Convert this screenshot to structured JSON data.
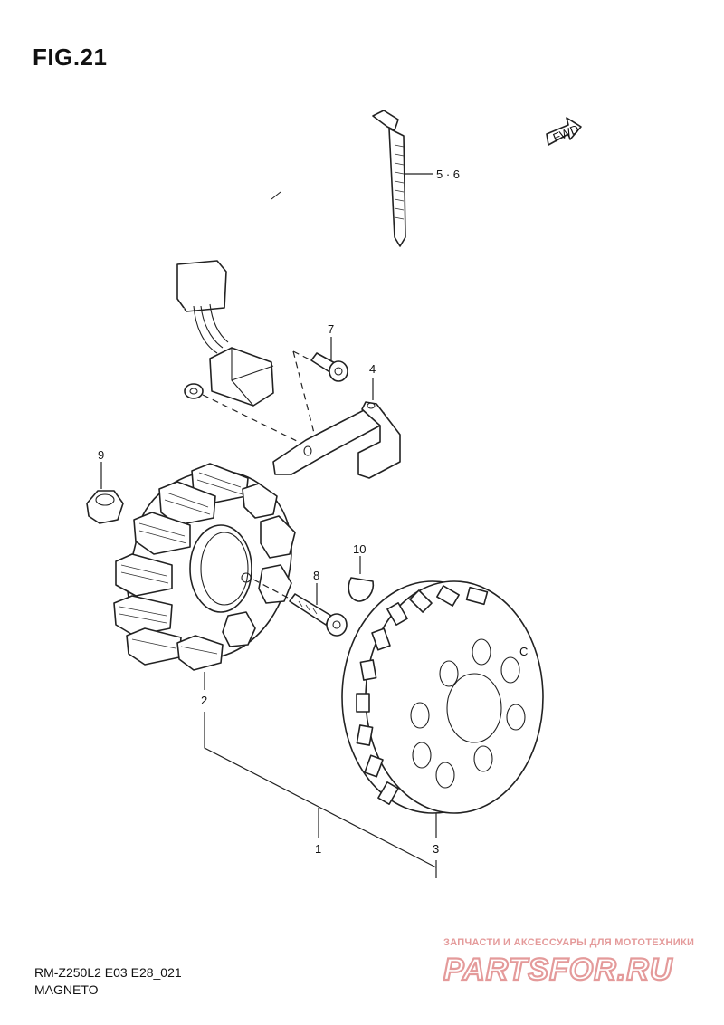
{
  "figure": {
    "title": "FIG.21"
  },
  "callouts": {
    "c1": "1",
    "c2": "2",
    "c3": "3",
    "c4": "4",
    "c56": "5 · 6",
    "c7": "7",
    "c8": "8",
    "c9": "9",
    "c10": "10"
  },
  "fwd_label": "FWD",
  "flywheel_mark": "C",
  "footer": {
    "model_code": "RM-Z250L2 E03 E28_021",
    "section": "MAGNETO"
  },
  "watermark": {
    "tagline": "ЗАПЧАСТИ И АКСЕССУАРЫ ДЛЯ МОТОТЕХНИКИ",
    "logo": "PARTSFOR.RU",
    "color": "#e49a9a"
  }
}
